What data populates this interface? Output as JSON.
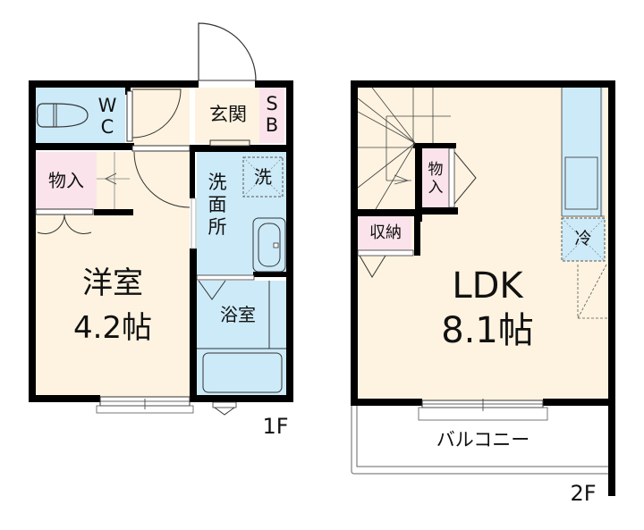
{
  "floor1": {
    "label": "1F",
    "rooms": {
      "wc": {
        "line1": "W",
        "line2": "C"
      },
      "entrance": "玄関",
      "shoe_box": {
        "line1": "S",
        "line2": "B"
      },
      "storage": "物入",
      "washroom": {
        "line1": "洗",
        "line2": "面",
        "line3": "所"
      },
      "washer": "洗",
      "bathroom": "浴室",
      "western_room": {
        "name": "洋室",
        "size": "4.2帖"
      }
    }
  },
  "floor2": {
    "label": "2F",
    "rooms": {
      "storage_small": {
        "line1": "物",
        "line2": "入"
      },
      "closet": "収納",
      "fridge": "冷",
      "ldk": {
        "name": "LDK",
        "size": "8.1帖"
      },
      "balcony": "バルコニー"
    }
  },
  "colors": {
    "floor": "#fdf3e0",
    "wet": "#cdeaf8",
    "storage": "#fbe3ec",
    "wall": "#000000"
  }
}
